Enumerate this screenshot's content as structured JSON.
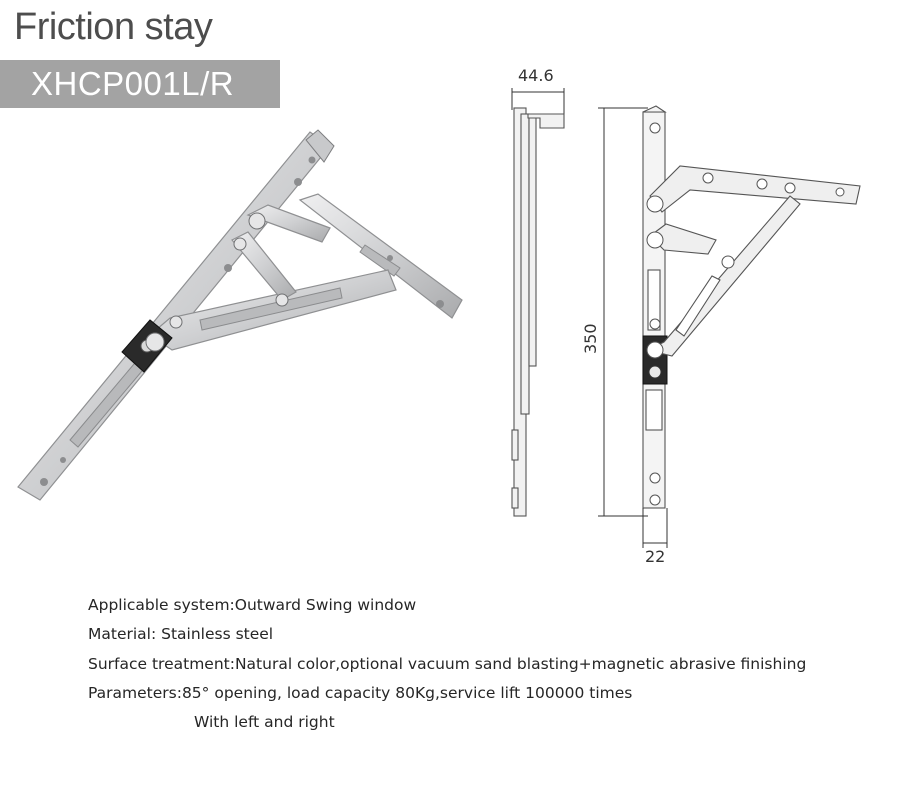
{
  "header": {
    "title": "Friction stay",
    "model": "XHCP001L/R"
  },
  "drawing": {
    "dim_top": "44.6",
    "dim_height": "350",
    "dim_bottom": "22"
  },
  "specs": [
    "Applicable system:Outward Swing window",
    "Material: Stainless steel",
    "Surface treatment:Natural color,optional vacuum sand blasting+magnetic abrasive finishing",
    "Parameters:85° opening, load capacity 80Kg,service lift 100000 times",
    "With left and right"
  ],
  "colors": {
    "badge_bg": "#a3a3a3",
    "steel": "#d9dadb",
    "steel_dark": "#9a9b9d",
    "block": "#2a2a2a"
  }
}
